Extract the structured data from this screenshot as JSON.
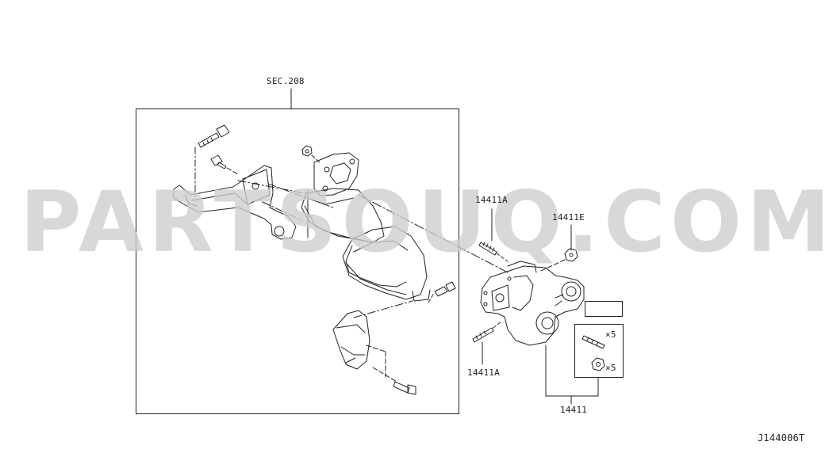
{
  "watermark": {
    "text": "PARTSOUQ.COM"
  },
  "labels": {
    "section_ref": "SEC.208",
    "part_14411A_top": "14411A",
    "part_14411E": "14411E",
    "part_14411A_bottom": "14411A",
    "part_14411": "14411",
    "stud_qty": "×5",
    "nut_qty": "×5",
    "diagram_code": "J144006T"
  },
  "colors": {
    "line": "#222222",
    "watermark": "#cdcdcd",
    "background": "#ffffff"
  }
}
